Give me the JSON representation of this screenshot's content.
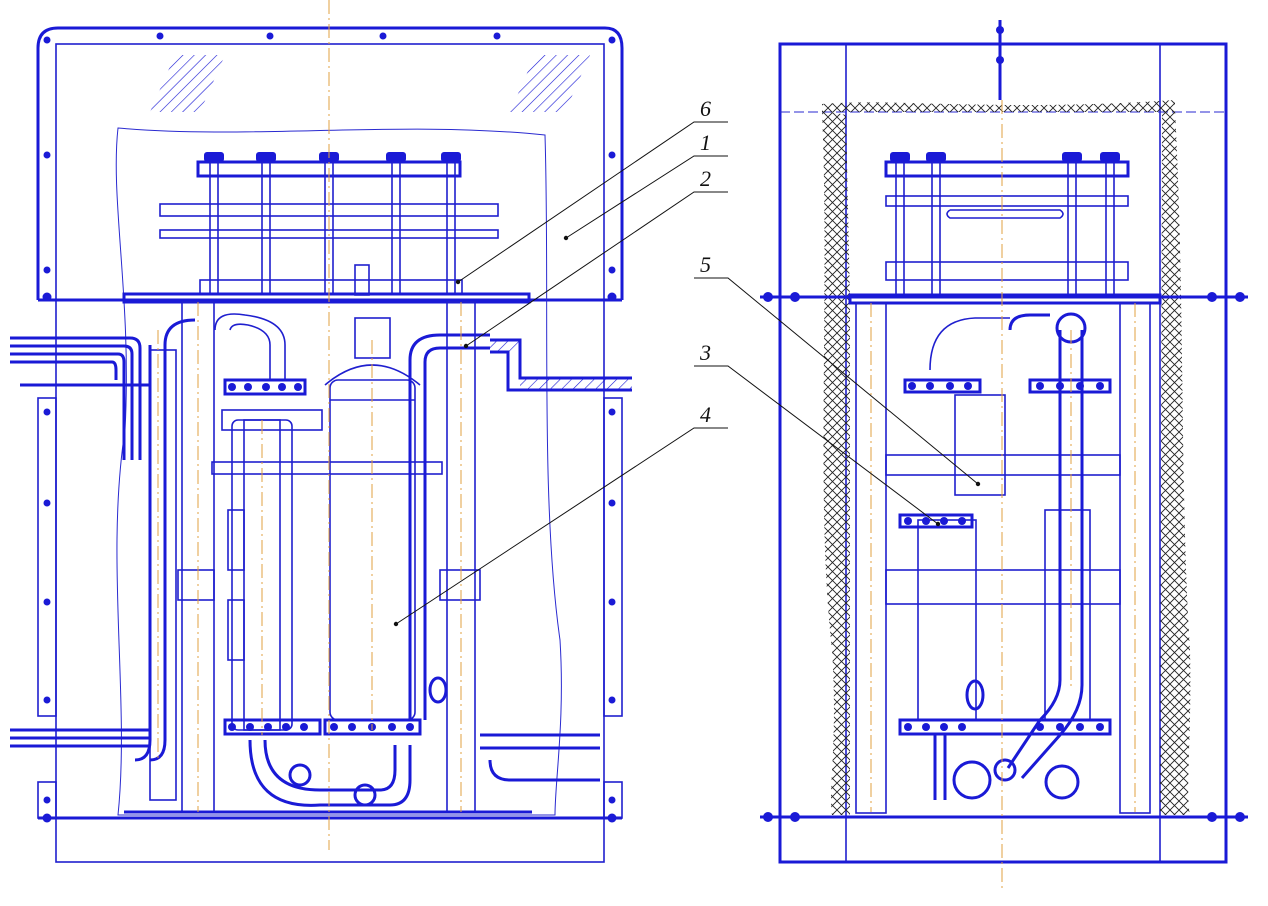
{
  "callouts": [
    {
      "id": "6",
      "label": "6"
    },
    {
      "id": "1",
      "label": "1"
    },
    {
      "id": "2",
      "label": "2"
    },
    {
      "id": "5",
      "label": "5"
    },
    {
      "id": "3",
      "label": "3"
    },
    {
      "id": "4",
      "label": "4"
    }
  ],
  "colors": {
    "line": "#1a1ad6",
    "axis": "#e0a040",
    "leader": "#111111",
    "background": "#ffffff"
  }
}
